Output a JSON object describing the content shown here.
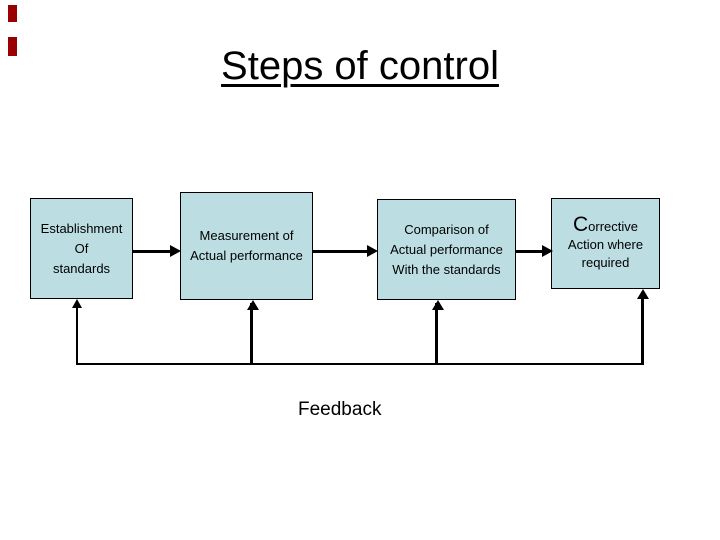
{
  "slide": {
    "title": "Steps of control",
    "feedback_label": "Feedback"
  },
  "boxes": [
    {
      "name": "establishment-of-standards",
      "lines": [
        "Establishment",
        "Of",
        "standards"
      ]
    },
    {
      "name": "measurement-of-actual-performance",
      "lines": [
        "Measurement of",
        "Actual performance"
      ]
    },
    {
      "name": "comparison-with-standards",
      "lines": [
        "Comparison of",
        "Actual performance",
        "With the standards"
      ]
    },
    {
      "name": "corrective-action",
      "first_letter": "C",
      "first_line_rest": "orrective",
      "lines": [
        "Action where",
        "required"
      ]
    }
  ],
  "colors": {
    "box_fill": "#bcdee2",
    "box_border": "#000000",
    "arrow": "#000000",
    "title_text": "#000000",
    "accent_mark": "#990000"
  }
}
